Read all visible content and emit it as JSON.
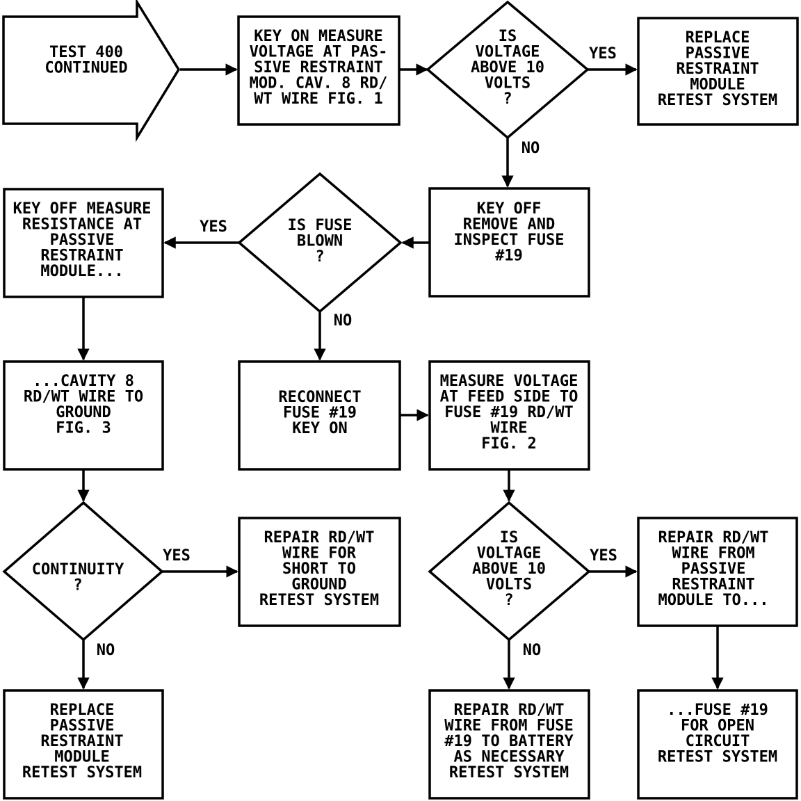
{
  "colors": {
    "ink": "#000000",
    "paper": "#ffffff"
  },
  "nodes": {
    "start": [
      "TEST 400",
      "CONTINUED"
    ],
    "measure_cav8": [
      "KEY ON MEASURE",
      "VOLTAGE AT PAS-",
      "SIVE RESTRAINT",
      "MOD. CAV. 8 RD/",
      "WT WIRE FIG. 1"
    ],
    "q_voltage1": [
      "IS",
      "VOLTAGE",
      "ABOVE 10",
      "VOLTS",
      "?"
    ],
    "replace_module1": [
      "REPLACE",
      "PASSIVE",
      "RESTRAINT",
      "MODULE",
      "RETEST SYSTEM"
    ],
    "inspect_fuse": [
      "KEY OFF",
      "REMOVE AND",
      "INSPECT FUSE",
      "#19"
    ],
    "q_fuse": [
      "IS FUSE",
      "BLOWN",
      "?"
    ],
    "measure_resistance": [
      "KEY OFF MEASURE",
      "RESISTANCE AT",
      "PASSIVE",
      "RESTRAINT",
      "MODULE..."
    ],
    "cavity8": [
      "...CAVITY 8",
      "RD/WT WIRE TO",
      "GROUND",
      "FIG. 3"
    ],
    "reconnect": [
      "RECONNECT",
      "FUSE #19",
      "KEY ON"
    ],
    "measure_feed": [
      "MEASURE VOLTAGE",
      "AT FEED SIDE TO",
      "FUSE #19 RD/WT",
      "WIRE",
      "FIG. 2"
    ],
    "q_continuity": [
      "CONTINUITY",
      "?"
    ],
    "repair_short": [
      "REPAIR RD/WT",
      "WIRE FOR",
      "SHORT TO",
      "GROUND",
      "RETEST SYSTEM"
    ],
    "q_voltage2": [
      "IS",
      "VOLTAGE",
      "ABOVE 10",
      "VOLTS",
      "?"
    ],
    "repair_module_to": [
      "REPAIR RD/WT",
      "WIRE FROM",
      "PASSIVE",
      "RESTRAINT",
      "MODULE TO..."
    ],
    "replace_module2": [
      "REPLACE",
      "PASSIVE",
      "RESTRAINT",
      "MODULE",
      "RETEST SYSTEM"
    ],
    "repair_fuse_battery": [
      "REPAIR RD/WT",
      "WIRE FROM FUSE",
      "#19 TO BATTERY",
      "AS NECESSARY",
      "RETEST SYSTEM"
    ],
    "fuse_open": [
      "...FUSE #19",
      "FOR OPEN",
      "CIRCUIT",
      "RETEST SYSTEM"
    ]
  },
  "edge_labels": {
    "q1_yes": "YES",
    "q1_no": "NO",
    "fuse_yes": "YES",
    "fuse_no": "NO",
    "cont_yes": "YES",
    "cont_no": "NO",
    "q2_yes": "YES",
    "q2_no": "NO"
  }
}
